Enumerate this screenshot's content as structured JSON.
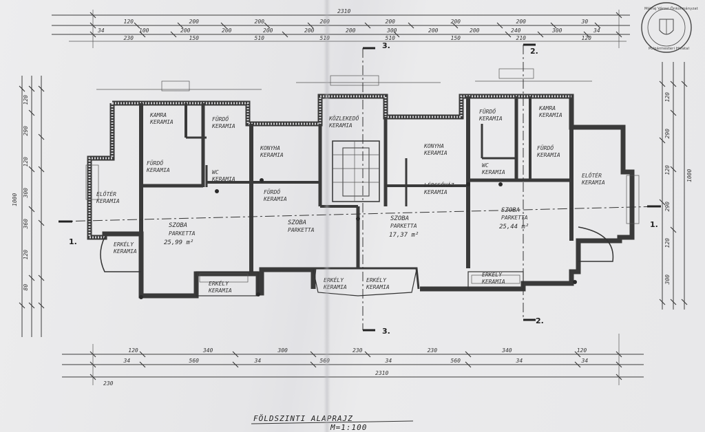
{
  "drawing": {
    "title": "FÖLDSZINTI ALAPRAJZ",
    "scale": "M=1:100",
    "stamp_text_top": "Mátraj Városi Önkormányzat",
    "stamp_text_bottom": "Polgármesteri Hivatal"
  },
  "dimensions": {
    "top_total": "2310",
    "top_row1": [
      "120",
      "200",
      "200",
      "200",
      "200",
      "200",
      "200",
      "30"
    ],
    "top_row2": [
      "34",
      "100",
      "200",
      "200",
      "200",
      "200",
      "200",
      "300",
      "200",
      "200",
      "240",
      "300",
      "34"
    ],
    "top_row3": [
      "230",
      "150",
      "510",
      "510",
      "510",
      "150",
      "210",
      "120"
    ],
    "bottom_row1": [
      "120",
      "340",
      "300",
      "230",
      "230",
      "340",
      "120"
    ],
    "bottom_row2": [
      "34",
      "560",
      "34",
      "560",
      "34",
      "560",
      "34",
      "34"
    ],
    "bottom_total": "2310",
    "bottom_left": "230",
    "left_total": "1000",
    "left_segments": [
      "120",
      "290",
      "120",
      "300",
      "360",
      "120",
      "80"
    ],
    "right_total": "1000",
    "right_segments": [
      "120",
      "290",
      "120",
      "290",
      "120",
      "300"
    ]
  },
  "sections": {
    "s1_left": "1.",
    "s1_right": "1.",
    "s2_top": "2.",
    "s2_bottom": "2.",
    "s3_top": "3.",
    "s3_bottom": "3."
  },
  "rooms": [
    {
      "id": "kamra-1",
      "name": "KAMRA",
      "note": "KERAMIA"
    },
    {
      "id": "furdo-1",
      "name": "FÜRDŐ",
      "note": "KERAMIA"
    },
    {
      "id": "szoba-1",
      "name": "SZOBA",
      "note": "PARKETTA",
      "area": "25,99 m²"
    },
    {
      "id": "konyha-1",
      "name": "KONYHA",
      "note": "KERAMIA"
    },
    {
      "id": "furdo-2",
      "name": "FÜRDŐ",
      "note": "KERAMIA"
    },
    {
      "id": "eloter-1",
      "name": "ELŐTÉR",
      "note": "KERAMIA"
    },
    {
      "id": "erkely-1",
      "name": "ERKÉLY",
      "note": "KERAMIA"
    },
    {
      "id": "wc-1",
      "name": "WC",
      "note": "KERAMIA"
    },
    {
      "id": "kozlekedo",
      "name": "KÖZLEKEDŐ",
      "note": "KERAMIA"
    },
    {
      "id": "furdo-3",
      "name": "FÜRDŐ",
      "note": "KERAMIA"
    },
    {
      "id": "szoba-2",
      "name": "SZOBA",
      "note": "PARKETTA",
      "area": "17,37 m²"
    },
    {
      "id": "szoba-3",
      "name": "SZOBA",
      "note": "PARKETTA"
    },
    {
      "id": "konyha-2",
      "name": "KONYHA",
      "note": "KERAMIA"
    },
    {
      "id": "furdo-4",
      "name": "FÜRDŐ",
      "note": "KERAMIA"
    },
    {
      "id": "wc-2",
      "name": "WC",
      "note": "KERAMIA"
    },
    {
      "id": "kamra-2",
      "name": "KAMRA",
      "note": "KERAMIA"
    },
    {
      "id": "szoba-4",
      "name": "SZOBA",
      "note": "PARKETTA",
      "area": "25,44 m²"
    },
    {
      "id": "erkely-2",
      "name": "ERKÉLY",
      "note": "KERAMIA"
    },
    {
      "id": "erkely-3",
      "name": "ERKÉLY",
      "note": "KERAMIA"
    },
    {
      "id": "erkely-4",
      "name": "ERKÉLY",
      "note": "KERAMIA"
    },
    {
      "id": "erkely-5",
      "name": "ERKÉLY",
      "note": "KERAMIA"
    },
    {
      "id": "eloter-2",
      "name": "ELŐTÉR",
      "note": "KERAMIA"
    },
    {
      "id": "furdo-5",
      "name": "FÜRDŐ",
      "note": "KERAMIA"
    },
    {
      "id": "lepcsohaz",
      "name": "LÉPCSŐHÁZ",
      "note": "KERAMIA"
    }
  ]
}
